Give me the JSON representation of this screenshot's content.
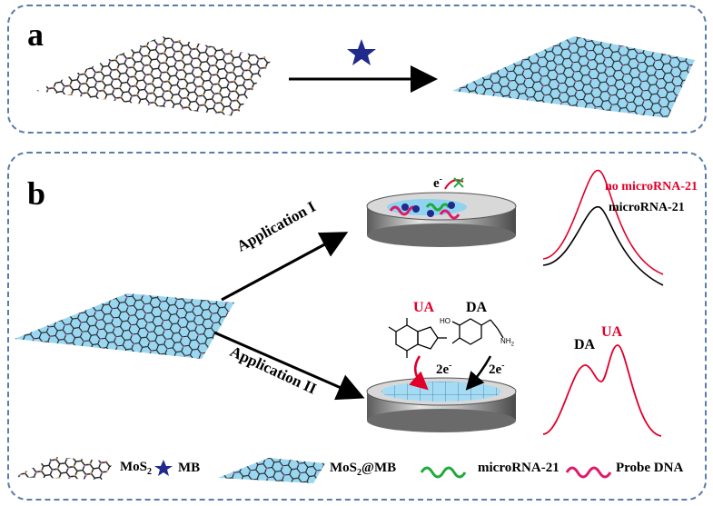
{
  "panel_a": {
    "label": "a"
  },
  "panel_b": {
    "label": "b",
    "application_1": "Application I",
    "application_2": "Application II",
    "electron_top": "e",
    "electron_top_sup": "-",
    "ua_label": "UA",
    "da_label": "DA",
    "two_e": "2e",
    "two_e_sup": "-",
    "nh2": "NH",
    "nh2_sub": "2",
    "oh": "HO",
    "curve1_label_red": "no microRNA-21",
    "curve1_label_black": "microRNA-21",
    "curve2_label_da": "DA",
    "curve2_label_ua": "UA"
  },
  "legend": {
    "mos2": "MoS",
    "mos2_sub": "2",
    "mb": "MB",
    "mos2mb": "MoS",
    "mos2mb_sub": "2",
    "mos2mb_suffix": "@MB",
    "microrna": "microRNA-21",
    "probe": "Probe DNA"
  },
  "colors": {
    "accent_blue": "#1f2a8a",
    "red": "#e0002a",
    "green": "#1faa3c",
    "magenta": "#e0186a",
    "sheet_blue": "#8fd3f0",
    "border": "#5a7ca8"
  }
}
